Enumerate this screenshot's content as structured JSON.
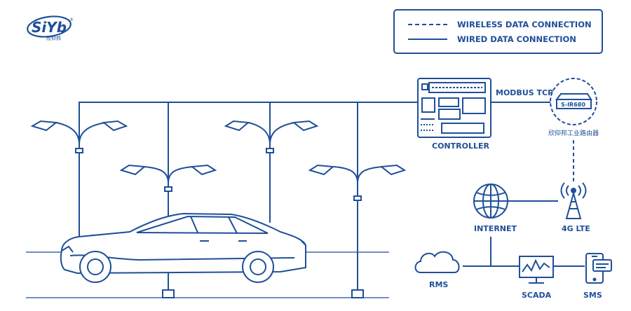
{
  "brand": {
    "logo_text": "SiYb",
    "logo_registered": "®",
    "logo_cn": "欣仰邦"
  },
  "legend": {
    "wireless_label": "WIRELESS DATA CONNECTION",
    "wired_label": "WIRED DATA CONNECTION"
  },
  "nodes": {
    "controller": "CONTROLLER",
    "protocol": "MODBUS TCP",
    "router_model": "S-IR680",
    "router_name": "欣仰邦工业路由器",
    "internet": "INTERNET",
    "lte": "4G LTE",
    "rms": "RMS",
    "scada": "SCADA",
    "sms": "SMS"
  },
  "colors": {
    "primary": "#1f4f99",
    "road": "#6f90c4",
    "background": "#ffffff"
  }
}
